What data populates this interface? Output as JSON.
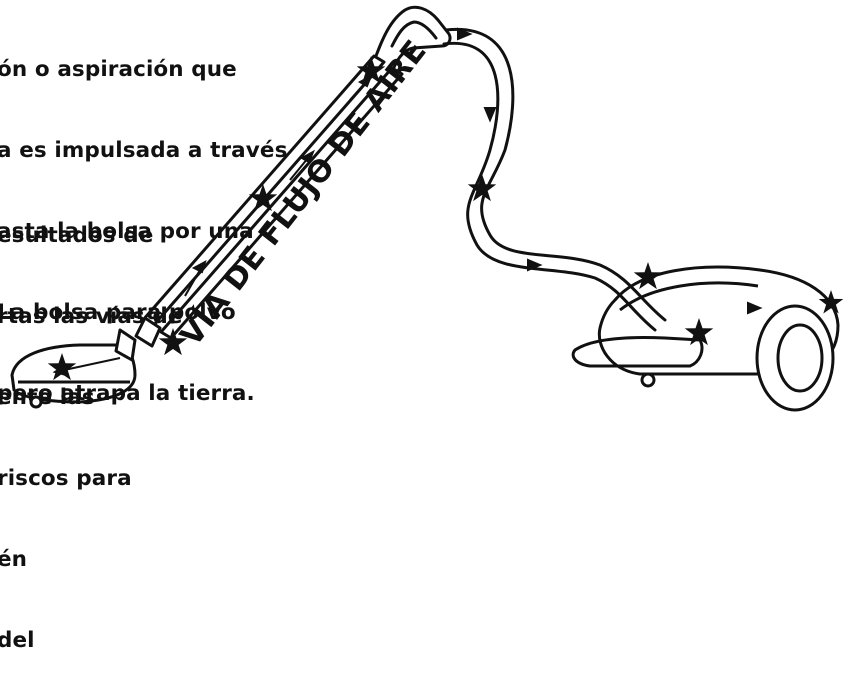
{
  "paragraph_1": {
    "lines": [
      "ón o aspiración que",
      "a es impulsada a través",
      "asta la bolsa por una",
      "La bolsa para polvo",
      "pero atrapa la tierra."
    ]
  },
  "paragraph_2": {
    "lines": [
      "esultados de",
      "rtas las vías de",
      "ente las",
      "riscos para",
      "én",
      "del"
    ]
  },
  "diagram": {
    "airflow_label": "VÍA DE FLUJO DE AIRE",
    "star_icon": "star-icon",
    "arrow_icon": "arrow-icon",
    "line_color": "#111111",
    "background": "#ffffff"
  }
}
